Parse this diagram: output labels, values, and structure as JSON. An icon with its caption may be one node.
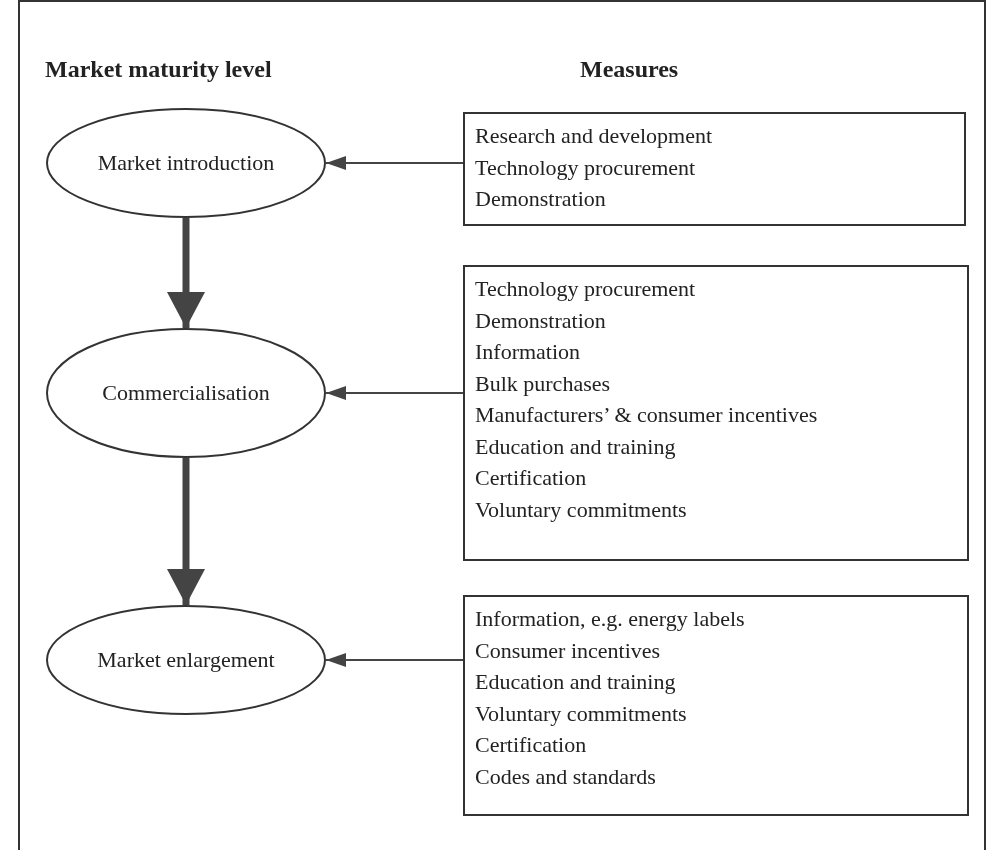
{
  "diagram": {
    "nodes": [
      {
        "text": [
          "Market introduction"
        ]
      },
      {
        "text": [
          "Commercialisation"
        ]
      },
      {
        "text": [
          "Market enlargement"
        ]
      },
      {
        "text": [
          "Research and development",
          "Technology procurement",
          "Demonstration"
        ]
      },
      {
        "text": [
          "Technology procurement",
          "Demonstration",
          "Information",
          "Bulk purchases",
          "Manufacturers’ & consumer incentives",
          "Education and training",
          "Certification",
          "Voluntary commitments"
        ]
      },
      {
        "text": [
          "Information, e.g. energy labels",
          "Consumer incentives",
          "Education and training",
          "Voluntary commitments",
          "Certification",
          "Codes and standards"
        ]
      }
    ],
    "edges": [
      {
        "from": 3,
        "to": 0,
        "arrow": "to"
      },
      {
        "from": 0,
        "to": 1,
        "arrow": "to",
        "style": "thick"
      },
      {
        "from": 4,
        "to": 1,
        "arrow": "to"
      },
      {
        "from": 1,
        "to": 2,
        "arrow": "to",
        "style": "thick"
      },
      {
        "from": 5,
        "to": 2,
        "arrow": "to"
      }
    ],
    "labels": [
      "Market maturity level",
      "Measures"
    ]
  }
}
